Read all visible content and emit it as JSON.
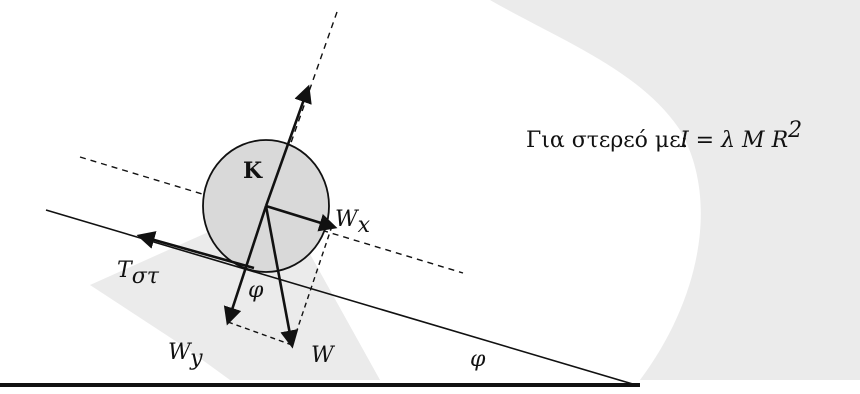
{
  "diagram": {
    "labels": {
      "center": "K",
      "weight": "W",
      "weight_x": "W",
      "weight_x_sub": "x",
      "weight_y": "W",
      "weight_y_sub": "y",
      "friction": "T",
      "friction_sub": "στ",
      "angle_contact": "φ",
      "angle_incline": "φ"
    },
    "caption": {
      "prefix": "Για στερεό με:",
      "formula": "I = λ M R",
      "exponent": "2"
    },
    "colors": {
      "watermark": "#ebebeb",
      "disk_fill": "#d9d9d9",
      "stroke": "#111111"
    }
  }
}
